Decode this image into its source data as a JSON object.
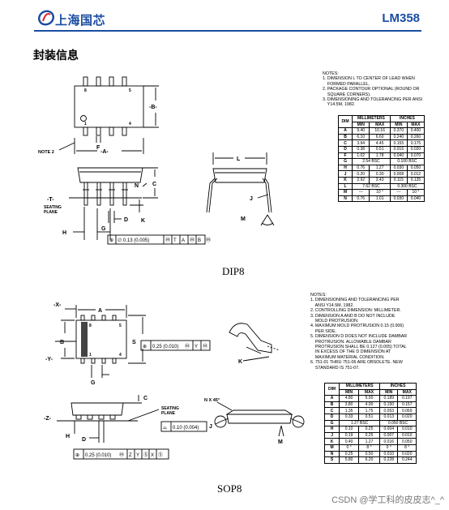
{
  "header": {
    "company": "上海国芯",
    "part_number": "LM358",
    "brand_color": "#1a4da3"
  },
  "section_title": "封装信息",
  "dip8": {
    "caption": "DIP8",
    "notes_title": "NOTES:",
    "notes": [
      "1. DIMENSION L TO CENTER OF LEAD WHEN",
      "    FORMED PARALLEL.",
      "2. PACKAGE CONTOUR OPTIONAL (ROUND OR",
      "    SQUARE CORNERS).",
      "3. DIMENSIONING AND TOLERANCING PER ANSI",
      "    Y14.5M, 1982."
    ],
    "labels": {
      "b": "-B-",
      "a": "-A-",
      "t": "-T-",
      "seating": "SEATING",
      "plane": "PLANE",
      "note2": "NOTE 2",
      "f": "F",
      "c": "C",
      "n": "N",
      "d": "D",
      "k": "K",
      "h": "H",
      "g": "G",
      "l": "L",
      "j": "J",
      "m": "M",
      "pin8": "8",
      "pin5": "5",
      "pin1": "1",
      "pin4": "4"
    },
    "tolerance": [
      "⊕",
      "∅ 0.13 (0.005)",
      "Ⓜ",
      "T",
      "A",
      "Ⓜ",
      "B",
      "Ⓜ"
    ],
    "table": {
      "headers": [
        "DIM",
        "MILLIMETERS",
        "INCHES"
      ],
      "sub": [
        "",
        "MIN",
        "MAX",
        "MIN",
        "MAX"
      ],
      "rows": [
        [
          "A",
          "9.40",
          "10.16",
          "0.370",
          "0.400"
        ],
        [
          "B",
          "6.10",
          "6.60",
          "0.240",
          "0.260"
        ],
        [
          "C",
          "3.94",
          "4.45",
          "0.155",
          "0.175"
        ],
        [
          "D",
          "0.38",
          "0.51",
          "0.015",
          "0.020"
        ],
        [
          "F",
          "1.02",
          "1.78",
          "0.040",
          "0.070"
        ],
        [
          "G",
          "2.54 BSC",
          "",
          "0.100 BSC",
          ""
        ],
        [
          "H",
          "0.76",
          "1.27",
          "0.030",
          "0.050"
        ],
        [
          "J",
          "0.20",
          "0.30",
          "0.008",
          "0.012"
        ],
        [
          "K",
          "2.92",
          "3.43",
          "0.115",
          "0.135"
        ],
        [
          "L",
          "7.62 BSC",
          "",
          "0.300 BSC",
          ""
        ],
        [
          "M",
          "---",
          "10 °",
          "---",
          "10 °"
        ],
        [
          "N",
          "0.76",
          "1.01",
          "0.030",
          "0.040"
        ]
      ]
    }
  },
  "sop8": {
    "caption": "SOP8",
    "notes_title": "NOTES:",
    "notes": [
      "1. DIMENSIONING AND TOLERANCING PER",
      "    ANSI Y14.5M, 1982.",
      "2. CONTROLLING DIMENSION: MILLIMETER.",
      "3. DIMENSION A AND B DO NOT INCLUDE",
      "    MOLD PROTRUSION.",
      "4. MAXIMUM MOLD PROTRUSION 0.15 (0.006)",
      "    PER SIDE.",
      "5. DIMENSION D DOES NOT INCLUDE DAMBAR",
      "    PROTRUSION. ALLOWABLE DAMBAR",
      "    PROTRUSION SHALL BE 0.127 (0.005) TOTAL",
      "    IN EXCESS OF THE D DIMENSION AT",
      "    MAXIMUM MATERIAL CONDITION.",
      "6. 751-01 THRU 751-06 ARE OBSOLETE. NEW",
      "    STANDARD IS 751-07."
    ],
    "labels": {
      "x": "-X-",
      "y": "-Y-",
      "z": "-Z-",
      "a": "A",
      "b": "B",
      "s": "S",
      "g": "G",
      "c": "C",
      "h": "H",
      "d": "D",
      "k": "K",
      "j": "J",
      "m": "M",
      "nx45": "N X 45°",
      "seating": "SEATING",
      "plane": "PLANE",
      "pin8": "8",
      "pin5": "5",
      "pin1": "1",
      "pin4": "4"
    },
    "tol1": [
      "⊕",
      "0.25 (0.010)",
      "Ⓜ",
      "Y",
      "Ⓜ"
    ],
    "tol2": [
      "⌓",
      "0.10 (0.004)"
    ],
    "tol3": [
      "⊕",
      "0.25 (0.010)",
      "Ⓜ",
      "Z",
      "Y",
      "Ⓢ",
      "X",
      "Ⓢ"
    ],
    "table": {
      "headers": [
        "DIM",
        "MILLIMETERS",
        "INCHES"
      ],
      "sub": [
        "",
        "MIN",
        "MAX",
        "MIN",
        "MAX"
      ],
      "rows": [
        [
          "A",
          "4.80",
          "5.00",
          "0.189",
          "0.197"
        ],
        [
          "B",
          "3.80",
          "4.00",
          "0.150",
          "0.157"
        ],
        [
          "C",
          "1.35",
          "1.75",
          "0.053",
          "0.069"
        ],
        [
          "D",
          "0.33",
          "0.51",
          "0.013",
          "0.020"
        ],
        [
          "G",
          "1.27 BSC",
          "",
          "0.050 BSC",
          ""
        ],
        [
          "H",
          "0.10",
          "0.25",
          "0.004",
          "0.010"
        ],
        [
          "J",
          "0.19",
          "0.25",
          "0.007",
          "0.010"
        ],
        [
          "K",
          "0.40",
          "1.27",
          "0.016",
          "0.050"
        ],
        [
          "M",
          "0 °",
          "8 °",
          "0 °",
          "8 °"
        ],
        [
          "N",
          "0.25",
          "0.50",
          "0.010",
          "0.020"
        ],
        [
          "S",
          "5.80",
          "6.20",
          "0.228",
          "0.244"
        ]
      ]
    }
  },
  "watermark": "CSDN @学工科的皮皮志^_^"
}
